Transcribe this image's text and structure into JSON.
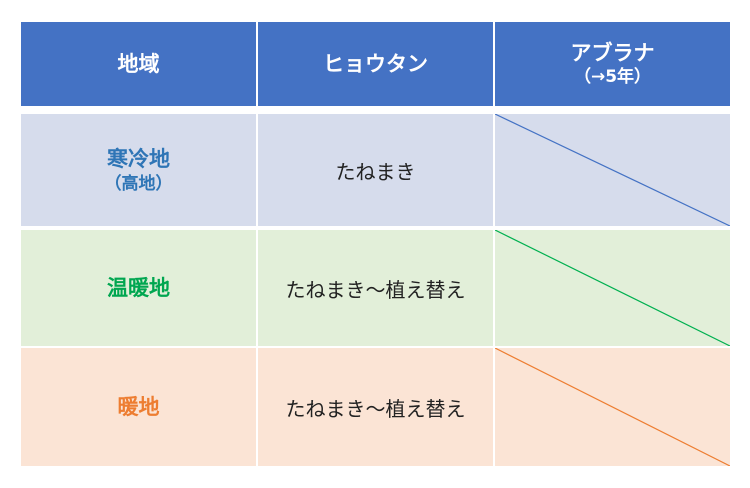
{
  "header": {
    "region": "地域",
    "hyoutan": "ヒョウタン",
    "aburana": "アブラナ",
    "aburana_note": "（→5年）"
  },
  "rows": [
    {
      "region": "寒冷地",
      "region_note": "（高地）",
      "hyoutan": "たねまき",
      "bg": "#d6dcec",
      "text_color": "#2e75b6",
      "line_color": "#4472c4"
    },
    {
      "region": "温暖地",
      "hyoutan": "たねまき〜植え替え",
      "bg": "#e2efd9",
      "text_color": "#00a650",
      "line_color": "#00b050"
    },
    {
      "region": "暖地",
      "hyoutan": "たねまき〜植え替え",
      "bg": "#fbe4d5",
      "text_color": "#ed7d31",
      "line_color": "#ed7d31"
    }
  ]
}
